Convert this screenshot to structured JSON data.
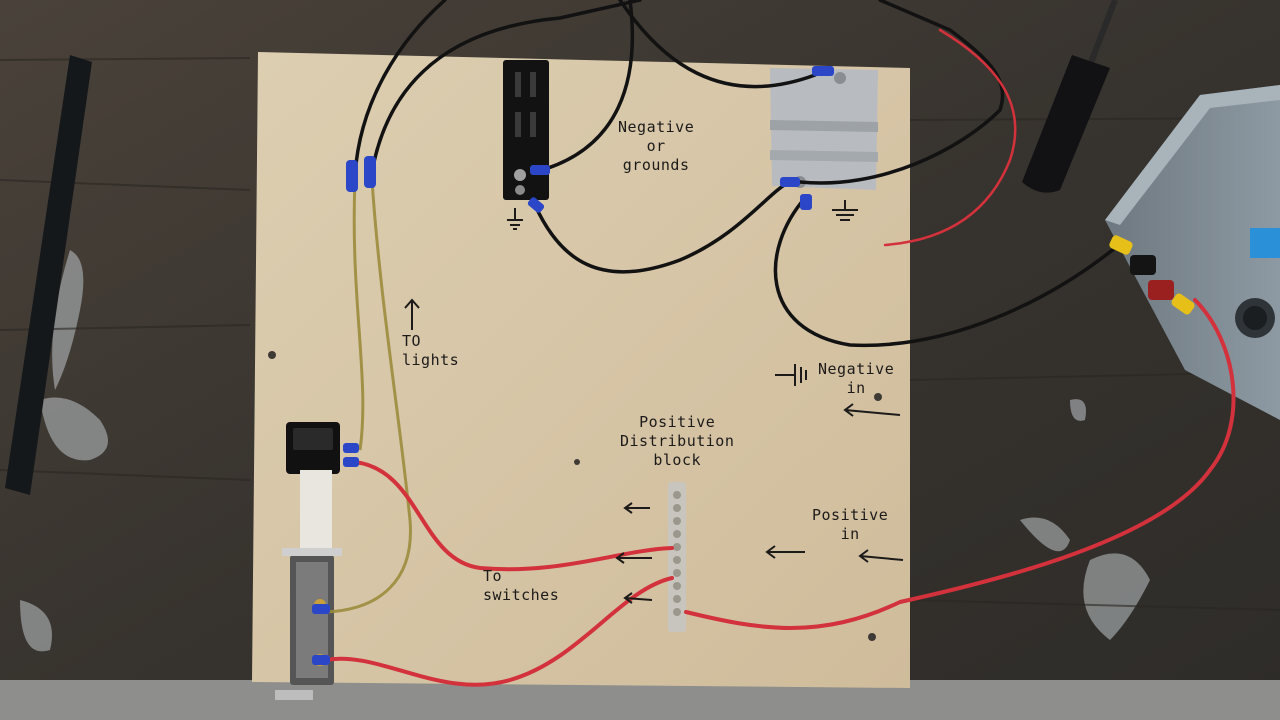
{
  "labels": {
    "negative_grounds": "Negative\nor\ngrounds",
    "to_lights": "TO\nlights",
    "negative_in": "Negative\nin",
    "positive_distribution": "Positive\nDistribution\nblock",
    "positive_in": "Positive\nin",
    "to_switches": "To\nswitches"
  },
  "colors": {
    "workbench": "#3a3631",
    "board": "#d9c8a9",
    "wire_black": "#141414",
    "wire_red": "#d6303a",
    "wire_yellow": "#a89a45",
    "terminal_blue": "#2a48c9",
    "metal": "#b9bcc0",
    "power_supply": "#7d8a93"
  },
  "icons": [
    "ground-symbol-icon",
    "arrow-up-icon",
    "arrow-left-icon"
  ]
}
